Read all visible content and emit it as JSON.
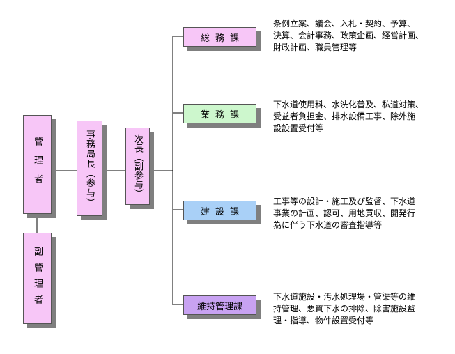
{
  "org": {
    "kanri": "管理者",
    "fuku_kanri": "副管理者",
    "jimukyoku": "事務局長（参与）",
    "jicho": "次長（副参与）"
  },
  "departments": [
    {
      "name": "総務課",
      "color": "#f7c6f7",
      "lines": [
        "条例立案、議会、入札・契約、予算、",
        "決算、会計事務、政策企画、経営計画、",
        "財政計画、職員管理等"
      ]
    },
    {
      "name": "業務課",
      "color": "#cdf7cd",
      "lines": [
        "下水道使用料、水洗化普及、私道対策、",
        "受益者負担金、排水設備工事、除外施",
        "設設置受付等"
      ]
    },
    {
      "name": "建設課",
      "color": "#a9d0f7",
      "lines": [
        "工事等の設計・施工及び監督、下水道",
        "事業の計画、認可、用地買収、開発行",
        "為に伴う下水道の審査指導等"
      ]
    },
    {
      "name": "維持管理課",
      "color": "#c8a2f2",
      "lines": [
        "下水道施設・汚水処理場・管渠等の維",
        "持管理、悪質下水の排除、除害施設監",
        "理・指導、物件設置受付等"
      ]
    }
  ]
}
